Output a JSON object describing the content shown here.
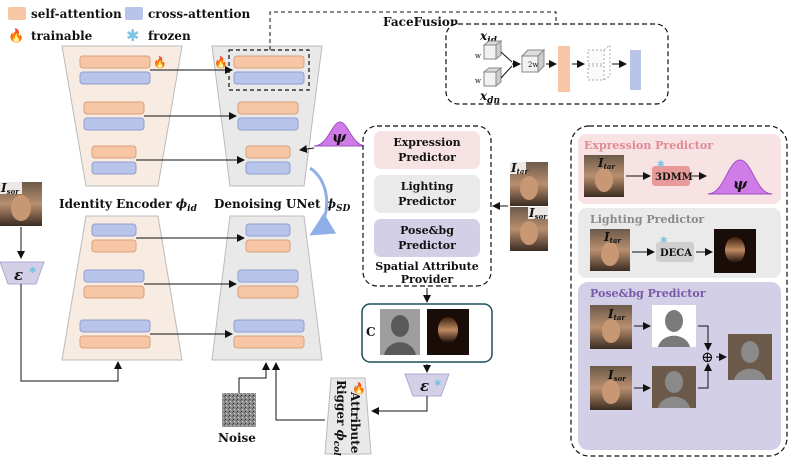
{
  "legend": {
    "self_attention": "self-attention",
    "cross_attention": "cross-attention",
    "trainable": "trainable",
    "frozen": "frozen"
  },
  "facefusion": {
    "title": "FaceFusion",
    "x_id": "x",
    "x_id_sub": "id",
    "x_dn": "x",
    "x_dn_sub": "dn",
    "w1": "w",
    "w2": "w",
    "two_w": "2w"
  },
  "identity_encoder": {
    "label": "Identity Encoder ",
    "phi": "ϕ",
    "sub": "id"
  },
  "denoising_unet": {
    "label": "Denoising UNet ",
    "phi": "ϕ",
    "sub": "SD"
  },
  "psi": "ψ",
  "provider": {
    "expression": [
      "Expression",
      "Predictor"
    ],
    "lighting": [
      "Lighting",
      "Predictor"
    ],
    "posebg": [
      "Pose&bg",
      "Predictor"
    ],
    "title": [
      "Spatial Attribute",
      "Provider"
    ]
  },
  "inputs": {
    "i_tar": "I",
    "tar_sub": "tar",
    "i_sor": "I",
    "sor_sub": "sor"
  },
  "encoder_symbol": "ε",
  "c_label": "C",
  "noise_label": "Noise",
  "rigger": {
    "line1": "Attribute",
    "line2": "Rigger ",
    "phi": "ϕ",
    "sub": "col"
  },
  "detail": {
    "expression_title": "Expression Predictor",
    "threedmm": "3DMM",
    "lighting_title": "Lighting Predictor",
    "deca": "DECA",
    "posebg_title": "Pose&bg Predictor",
    "plus": "⊕"
  },
  "colors": {
    "self_attention": "#f6c6a5",
    "cross_attention": "#b9c4ea",
    "expression_bg": "#f7e2e4",
    "lighting_bg": "#eaeaea",
    "posebg_bg": "#d3cfe6",
    "psi": "#cf7be8",
    "threedmm": "#e89a9a"
  }
}
